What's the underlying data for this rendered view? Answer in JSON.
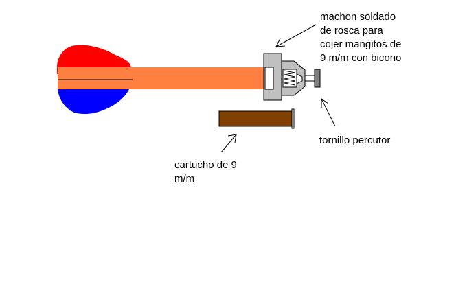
{
  "labels": {
    "machon": "machon soldado\nde rosca para\ncojer mangitos de\n9 m/m con bicono",
    "tornillo": "tornillo percutor",
    "cartucho": "cartucho de 9\nm/m"
  },
  "colors": {
    "red_blob": "#ff0000",
    "blue_blob": "#0000ff",
    "pipe": "#ff8040",
    "fitting": "#c0c0c0",
    "screw_head": "#808080",
    "cartridge": "#804000",
    "outline": "#000000"
  }
}
